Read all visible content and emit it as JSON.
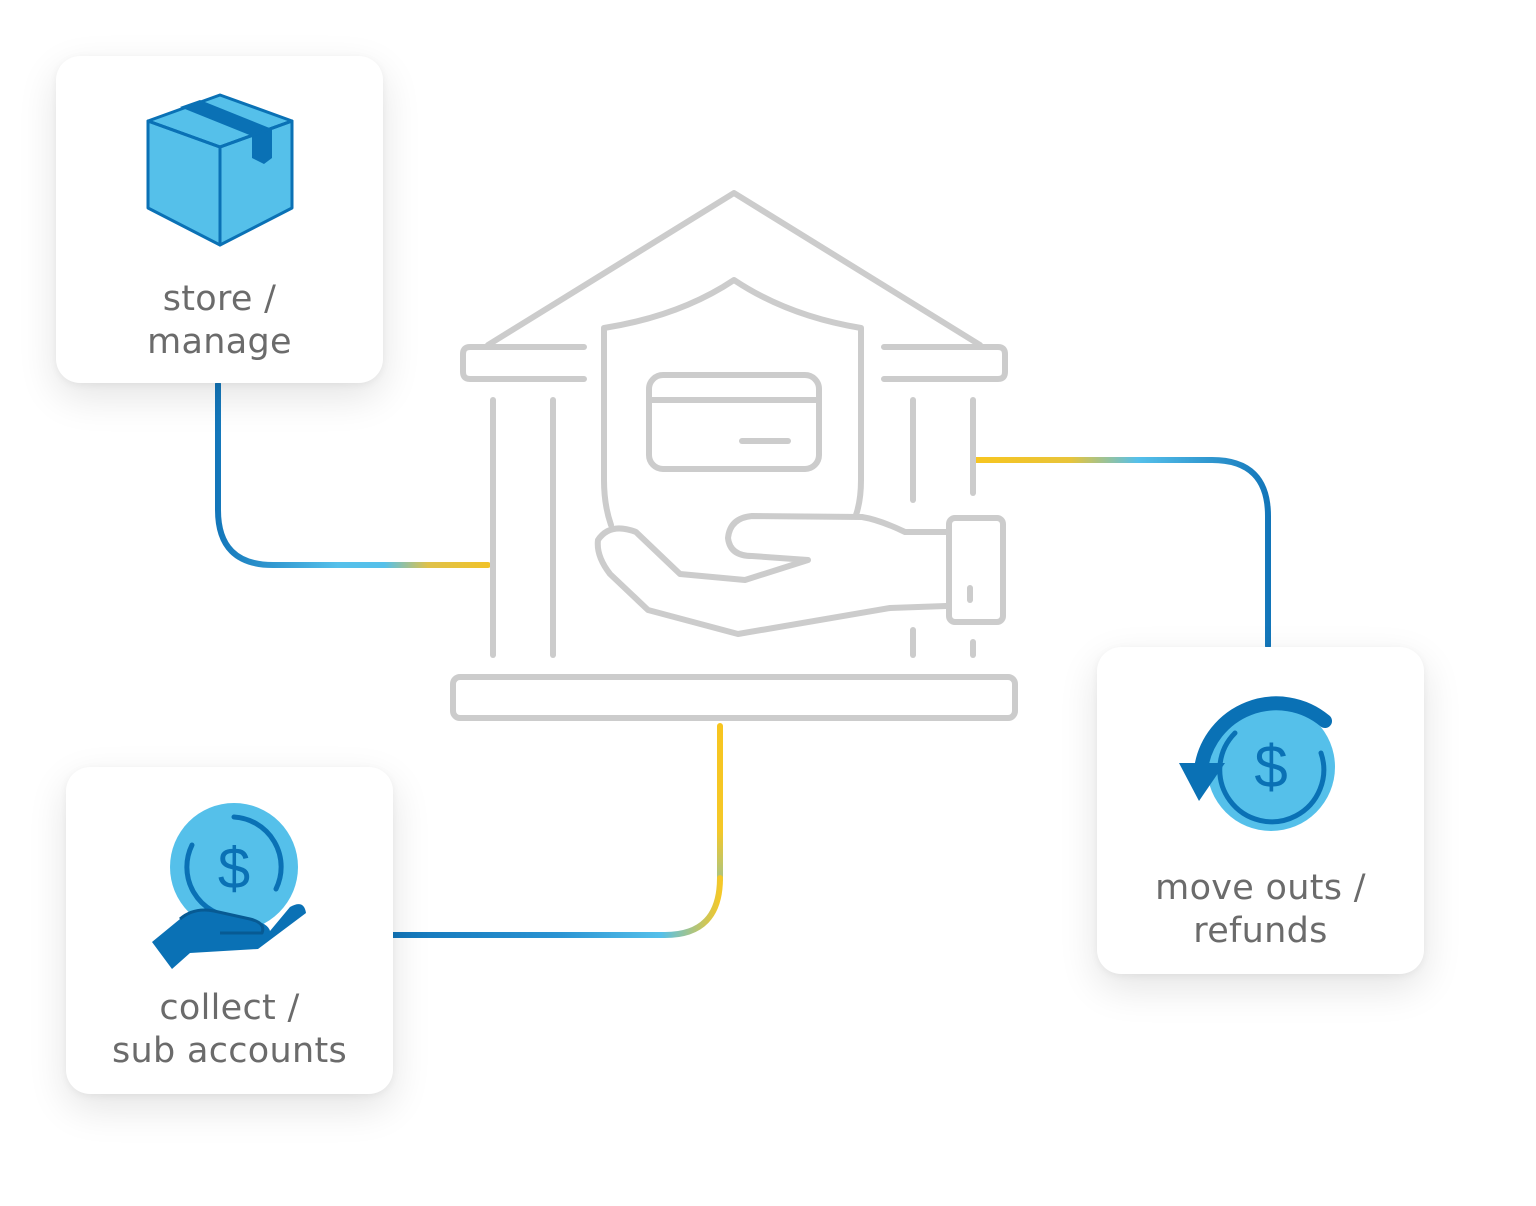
{
  "colors": {
    "line_gray": "#cccccc",
    "icon_light_blue": "#55c0ea",
    "icon_dark_blue": "#0a71b5",
    "connector_yellow": "#f7c520",
    "connector_blue": "#1275b9",
    "label_gray": "#6b6b6b"
  },
  "center": {
    "icon": "bank-shield-card-hand-icon"
  },
  "cards": {
    "store": {
      "icon": "package-box-icon",
      "line1": "store /",
      "line2": "manage"
    },
    "collect": {
      "icon": "hand-holding-coin-icon",
      "line1": "collect /",
      "line2": "sub accounts"
    },
    "refunds": {
      "icon": "refund-cycle-dollar-icon",
      "line1": "move outs /",
      "line2": "refunds"
    }
  }
}
